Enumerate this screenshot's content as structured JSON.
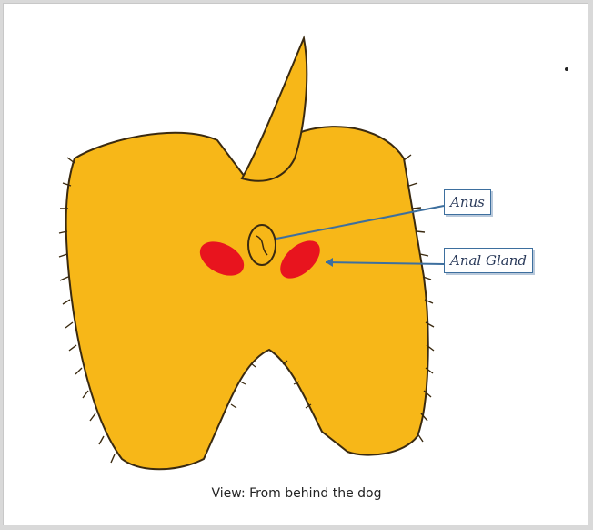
{
  "labels": {
    "anus": "Anus",
    "anal_gland": "Anal Gland"
  },
  "caption": "View: From behind the dog",
  "colors": {
    "fur": "#f7b718",
    "fur_outline": "#3a2a10",
    "gland": "#e8141e",
    "pointer": "#3d6f9e"
  },
  "icons": [
    "dog-rear-figure",
    "tail-shape",
    "anus-mark",
    "anal-gland-left",
    "anal-gland-right"
  ]
}
